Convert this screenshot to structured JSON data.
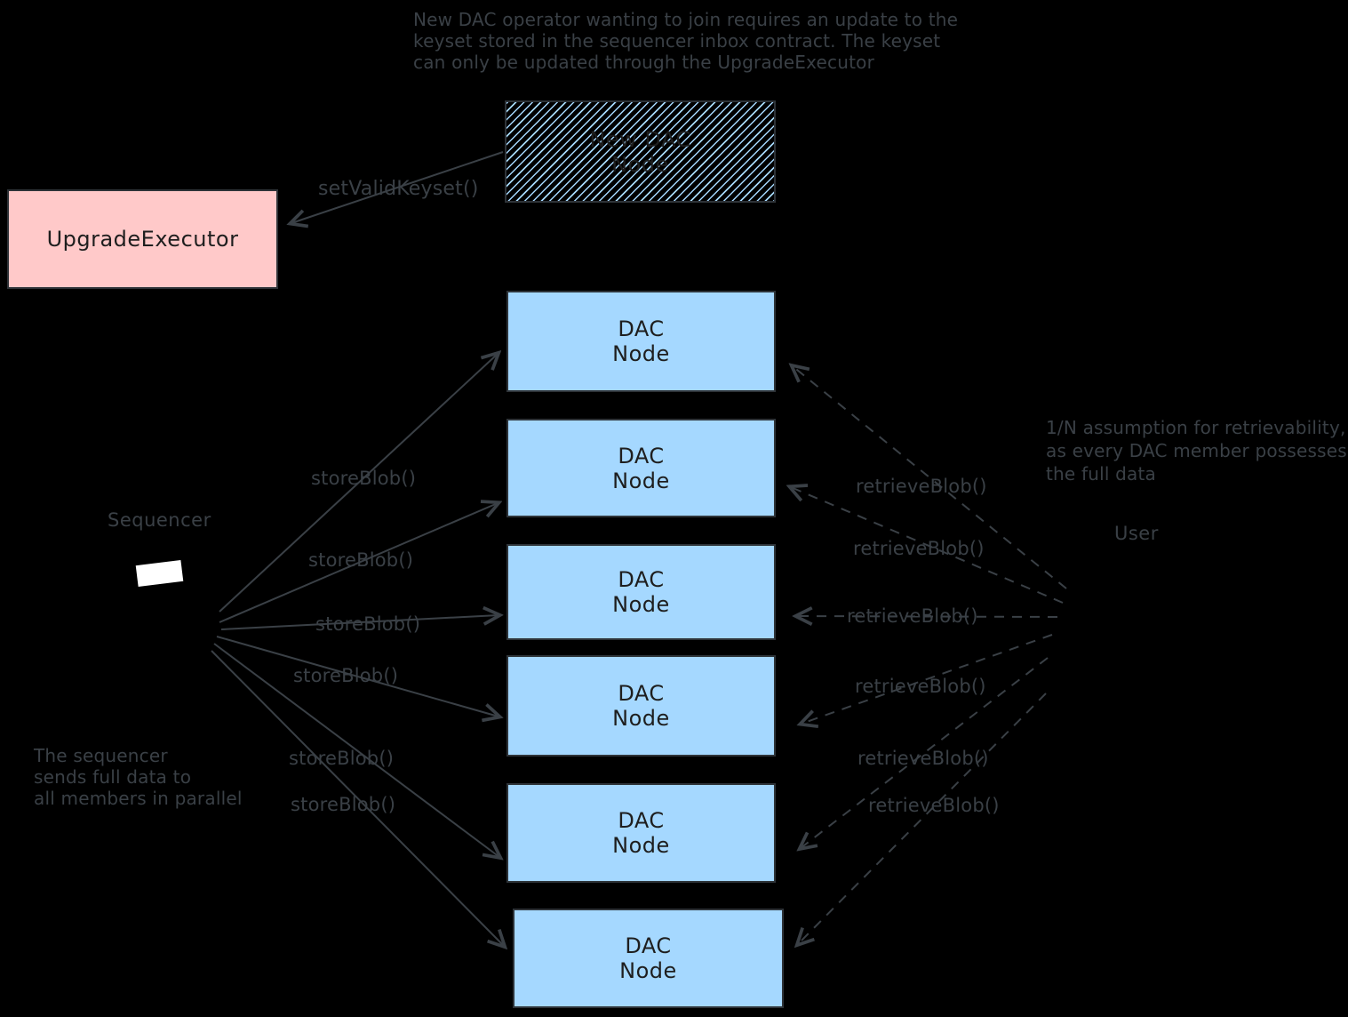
{
  "notes": {
    "keyset": "New DAC operator wanting to join requires an update to the\nkeyset stored in the sequencer inbox contract. The keyset\ncan only be updated through the UpgradeExecutor",
    "sequencer": "The sequencer\nsends full data to\nall members in parallel",
    "retrievability": "1/N assumption for retrievability,\nas every DAC member possesses\nthe full data"
  },
  "labels": {
    "sequencer": "Sequencer",
    "user": "User",
    "set_valid_keyset": "setValidKeyset()",
    "store_blob": "storeBlob()",
    "retrieve_blob": "retrieveBlob()"
  },
  "nodes": {
    "upgrade_executor": "UpgradeExecutor",
    "new_dac_node": "New DAC\nNode",
    "dac_node": "DAC\nNode"
  },
  "colors": {
    "background": "#000000",
    "dac_node_fill": "#a5d8ff",
    "upgrade_executor_fill": "#ffc9c9",
    "stroke_and_text": "#3a4046",
    "box_text": "#1e1e1e"
  }
}
